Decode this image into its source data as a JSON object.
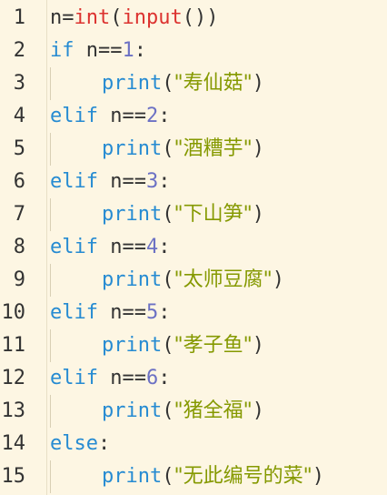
{
  "colors": {
    "background": "#fdf6e3",
    "keyword": "#268bd2",
    "builtin": "#dc322f",
    "number": "#6c71c4",
    "string": "#859900",
    "text": "#333333"
  },
  "lines": [
    {
      "number": "1",
      "tokens": [
        {
          "t": "n=",
          "k": "plain"
        },
        {
          "t": "int",
          "k": "bi"
        },
        {
          "t": "(",
          "k": "punc"
        },
        {
          "t": "input",
          "k": "bi"
        },
        {
          "t": "())",
          "k": "punc"
        }
      ]
    },
    {
      "number": "2",
      "tokens": [
        {
          "t": "if",
          "k": "kw"
        },
        {
          "t": " n==",
          "k": "plain"
        },
        {
          "t": "1",
          "k": "num"
        },
        {
          "t": ":",
          "k": "punc"
        }
      ]
    },
    {
      "number": "3",
      "indent": true,
      "tokens": [
        {
          "t": "print",
          "k": "fn"
        },
        {
          "t": "(",
          "k": "punc"
        },
        {
          "t": "\"寿仙菇\"",
          "k": "str"
        },
        {
          "t": ")",
          "k": "punc"
        }
      ]
    },
    {
      "number": "4",
      "tokens": [
        {
          "t": "elif",
          "k": "kw"
        },
        {
          "t": " n==",
          "k": "plain"
        },
        {
          "t": "2",
          "k": "num"
        },
        {
          "t": ":",
          "k": "punc"
        }
      ]
    },
    {
      "number": "5",
      "indent": true,
      "tokens": [
        {
          "t": "print",
          "k": "fn"
        },
        {
          "t": "(",
          "k": "punc"
        },
        {
          "t": "\"酒糟芋\"",
          "k": "str"
        },
        {
          "t": ")",
          "k": "punc"
        }
      ]
    },
    {
      "number": "6",
      "tokens": [
        {
          "t": "elif",
          "k": "kw"
        },
        {
          "t": " n==",
          "k": "plain"
        },
        {
          "t": "3",
          "k": "num"
        },
        {
          "t": ":",
          "k": "punc"
        }
      ]
    },
    {
      "number": "7",
      "indent": true,
      "tokens": [
        {
          "t": "print",
          "k": "fn"
        },
        {
          "t": "(",
          "k": "punc"
        },
        {
          "t": "\"下山笋\"",
          "k": "str"
        },
        {
          "t": ")",
          "k": "punc"
        }
      ]
    },
    {
      "number": "8",
      "tokens": [
        {
          "t": "elif",
          "k": "kw"
        },
        {
          "t": " n==",
          "k": "plain"
        },
        {
          "t": "4",
          "k": "num"
        },
        {
          "t": ":",
          "k": "punc"
        }
      ]
    },
    {
      "number": "9",
      "indent": true,
      "tokens": [
        {
          "t": "print",
          "k": "fn"
        },
        {
          "t": "(",
          "k": "punc"
        },
        {
          "t": "\"太师豆腐\"",
          "k": "str"
        },
        {
          "t": ")",
          "k": "punc"
        }
      ]
    },
    {
      "number": "10",
      "tokens": [
        {
          "t": "elif",
          "k": "kw"
        },
        {
          "t": " n==",
          "k": "plain"
        },
        {
          "t": "5",
          "k": "num"
        },
        {
          "t": ":",
          "k": "punc"
        }
      ]
    },
    {
      "number": "11",
      "indent": true,
      "tokens": [
        {
          "t": "print",
          "k": "fn"
        },
        {
          "t": "(",
          "k": "punc"
        },
        {
          "t": "\"孝子鱼\"",
          "k": "str"
        },
        {
          "t": ")",
          "k": "punc"
        }
      ]
    },
    {
      "number": "12",
      "tokens": [
        {
          "t": "elif",
          "k": "kw"
        },
        {
          "t": " n==",
          "k": "plain"
        },
        {
          "t": "6",
          "k": "num"
        },
        {
          "t": ":",
          "k": "punc"
        }
      ]
    },
    {
      "number": "13",
      "indent": true,
      "tokens": [
        {
          "t": "print",
          "k": "fn"
        },
        {
          "t": "(",
          "k": "punc"
        },
        {
          "t": "\"猪全福\"",
          "k": "str"
        },
        {
          "t": ")",
          "k": "punc"
        }
      ]
    },
    {
      "number": "14",
      "tokens": [
        {
          "t": "else",
          "k": "kw"
        },
        {
          "t": ":",
          "k": "punc"
        }
      ]
    },
    {
      "number": "15",
      "indent": true,
      "tokens": [
        {
          "t": "print",
          "k": "fn"
        },
        {
          "t": "(",
          "k": "punc"
        },
        {
          "t": "\"无此编号的菜\"",
          "k": "str"
        },
        {
          "t": ")",
          "k": "punc"
        }
      ]
    }
  ]
}
